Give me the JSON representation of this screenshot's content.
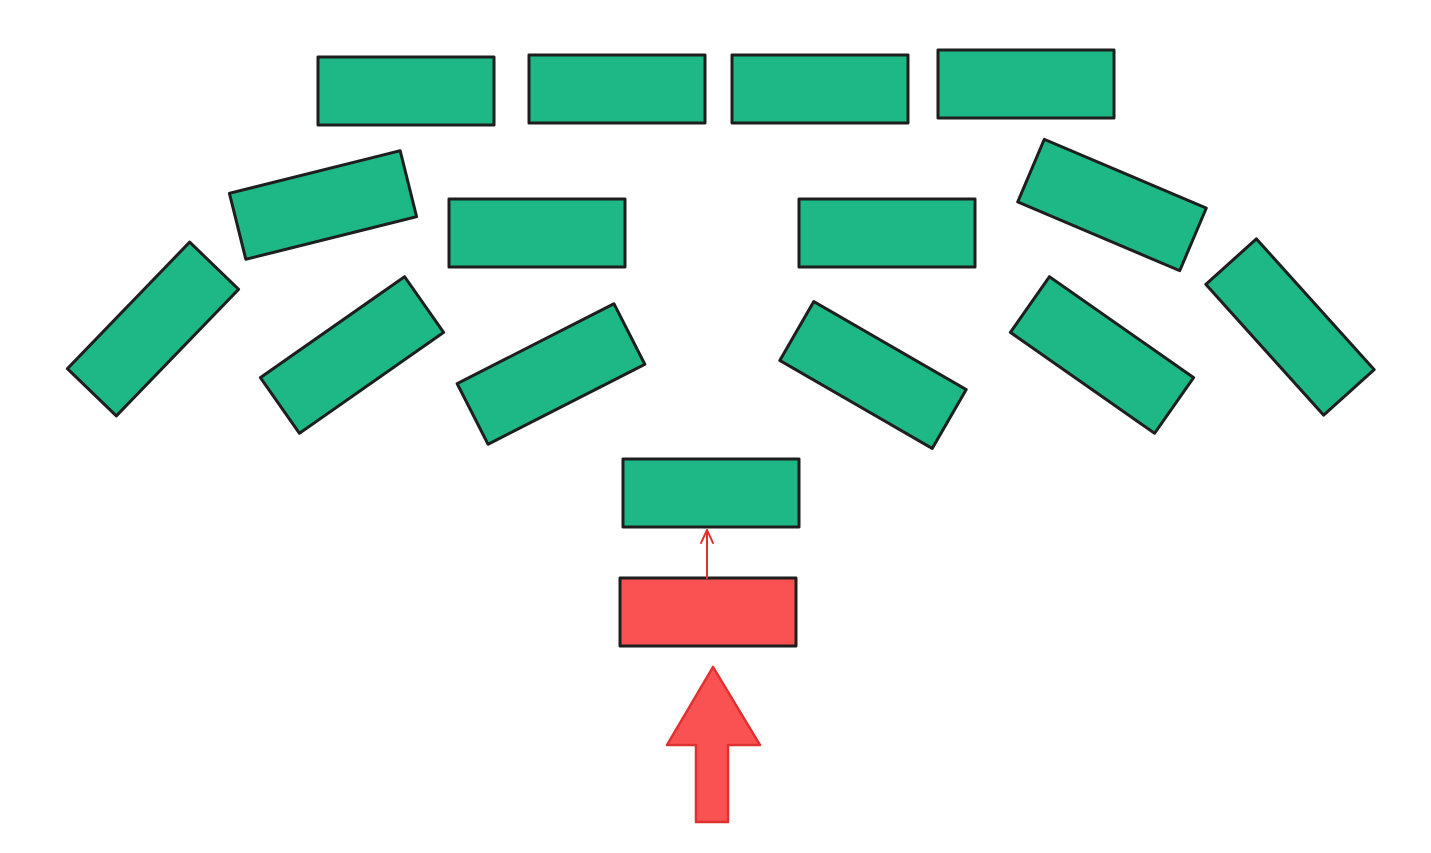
{
  "colors": {
    "green": "#1db886",
    "red": "#fa5252",
    "stroke": "#1e1e1e",
    "red_stroke": "#e03131",
    "background": "#ffffff"
  },
  "diagram": {
    "blocks": [
      {
        "name": "block-top-1",
        "color": "green"
      },
      {
        "name": "block-top-2",
        "color": "green"
      },
      {
        "name": "block-top-3",
        "color": "green"
      },
      {
        "name": "block-top-4",
        "color": "green"
      },
      {
        "name": "block-upper-left-tilted",
        "color": "green"
      },
      {
        "name": "block-upper-left-center",
        "color": "green"
      },
      {
        "name": "block-upper-right-center",
        "color": "green"
      },
      {
        "name": "block-upper-right-tilted",
        "color": "green"
      },
      {
        "name": "block-outer-left-diagonal",
        "color": "green"
      },
      {
        "name": "block-mid-left-diagonal",
        "color": "green"
      },
      {
        "name": "block-inner-left-diagonal",
        "color": "green"
      },
      {
        "name": "block-inner-right-diagonal",
        "color": "green"
      },
      {
        "name": "block-mid-right-diagonal",
        "color": "green"
      },
      {
        "name": "block-outer-right-diagonal",
        "color": "green"
      },
      {
        "name": "block-target",
        "color": "green"
      },
      {
        "name": "block-source",
        "color": "red"
      }
    ],
    "connectors": [
      {
        "name": "small-arrow-up",
        "from": "block-source",
        "to": "block-target",
        "color": "red_stroke"
      }
    ],
    "markers": [
      {
        "name": "big-up-arrow-icon",
        "color": "red"
      }
    ]
  }
}
